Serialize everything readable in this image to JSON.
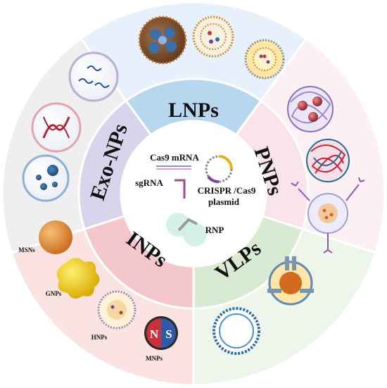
{
  "segments": {
    "lnps": {
      "label": "LNPs",
      "inner_color": "#b7d7ef",
      "outer_color": "#e6f1fb"
    },
    "pnps": {
      "label": "PNPs",
      "inner_color": "#f9e4ec",
      "outer_color": "#fdf0f4"
    },
    "vlps": {
      "label": "VLPs",
      "inner_color": "#d9ead2",
      "outer_color": "#eef5ea"
    },
    "inps": {
      "label": "INPs",
      "inner_color": "#f3c7cc",
      "outer_color": "#fbe3e2"
    },
    "exo": {
      "label": "Exo-NPs",
      "inner_color": "#d9d4ec",
      "outer_color": "#efefef"
    }
  },
  "center": {
    "cas9_mrna": "Cas9 mRNA",
    "sgrna": "sgRNA",
    "plasmid_line1": "CRISPR /Cas9",
    "plasmid_line2": "plasmid",
    "rnp": "RNP"
  },
  "inps_items": {
    "msns": "MSNs",
    "gnps": "GNPs",
    "hnps": "HNPs",
    "mnps": "MNPs",
    "magnet_n": "N",
    "magnet_s": "S"
  },
  "icons": [
    "lnp-icon",
    "liposome-icon",
    "lipid-vesicle-icon",
    "polymer-nanoparticle-icon",
    "polymer-coil-icon",
    "dendrimer-icon",
    "virus-like-particle-icon",
    "exosome-dna-icon",
    "exosome-particles-icon",
    "mesoporous-silica-icon",
    "gold-nanoparticle-icon",
    "hybrid-nanoparticle-icon",
    "magnet-icon",
    "plasmid-icon",
    "rnp-icon"
  ],
  "colors": {
    "ring_border": "#ffffff",
    "text": "#111111",
    "magnet_north": "#c8323a",
    "magnet_south": "#2f5aa8"
  }
}
